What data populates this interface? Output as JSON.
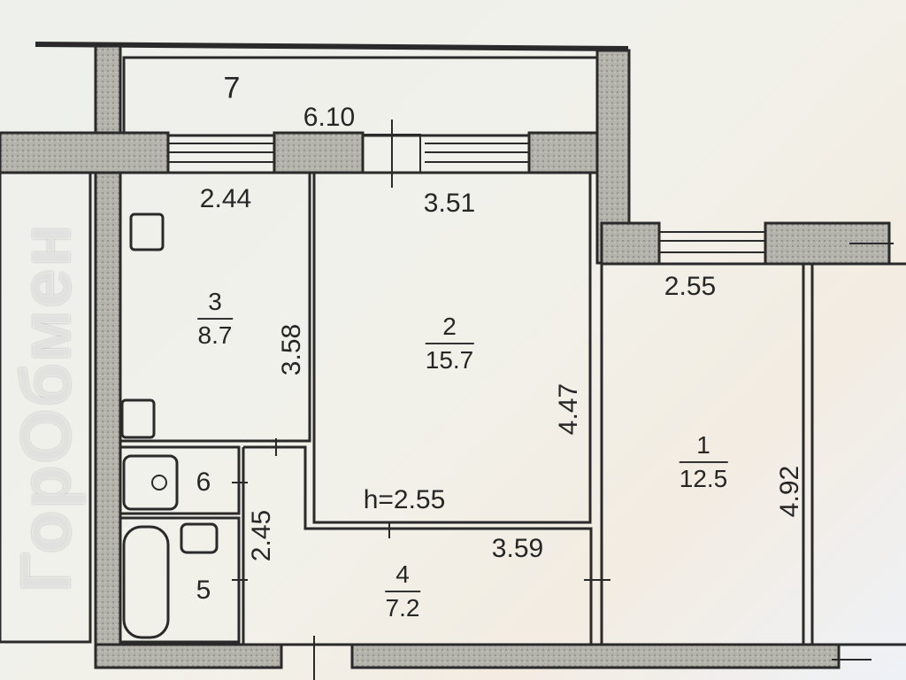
{
  "plan": {
    "ceiling_height": "h=2.55",
    "watermark": "ГорОбмен",
    "rooms": [
      {
        "number": "1",
        "area": "12.5"
      },
      {
        "number": "2",
        "area": "15.7"
      },
      {
        "number": "3",
        "area": "8.7"
      },
      {
        "number": "4",
        "area": "7.2"
      },
      {
        "number": "5"
      },
      {
        "number": "6"
      },
      {
        "number": "7"
      }
    ],
    "dimensions": {
      "balcony_length": "6.10",
      "kitchen_width": "2.44",
      "kitchen_length": "3.58",
      "room2_width": "3.51",
      "room2_length": "4.47",
      "room1_width": "2.55",
      "room1_length": "4.92",
      "hall_length": "3.59",
      "bath_length": "2.45"
    },
    "colors": {
      "wall": "#a9a9a3",
      "line": "#2a2a2a"
    }
  }
}
